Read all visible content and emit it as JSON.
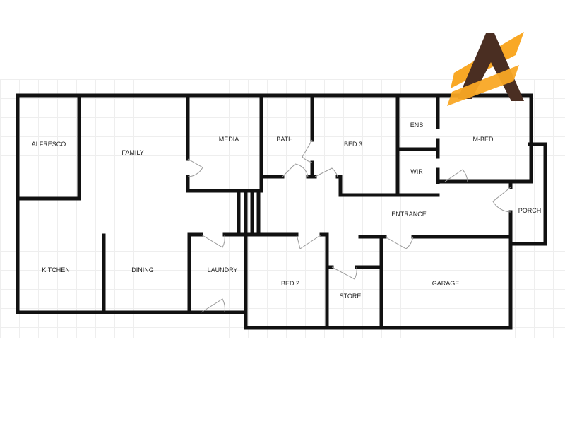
{
  "rooms": {
    "alfresco": "ALFRESCO",
    "family": "FAMILY",
    "media": "MEDIA",
    "bath": "BATH",
    "bed3": "BED 3",
    "ens": "ENS",
    "mbed": "M-BED",
    "wir": "WIR",
    "porch": "PORCH",
    "entrance": "ENTRANCE",
    "kitchen": "KITCHEN",
    "dining": "DINING",
    "laundry": "LAUNDRY",
    "bed2": "BED 2",
    "store": "STORE",
    "garage": "GARAGE"
  },
  "colors": {
    "wall": "#111111",
    "logo_dark": "#4a2e22",
    "logo_accent": "#f9a825"
  },
  "logo": {
    "icon": "letter-a-ruler-logo"
  }
}
